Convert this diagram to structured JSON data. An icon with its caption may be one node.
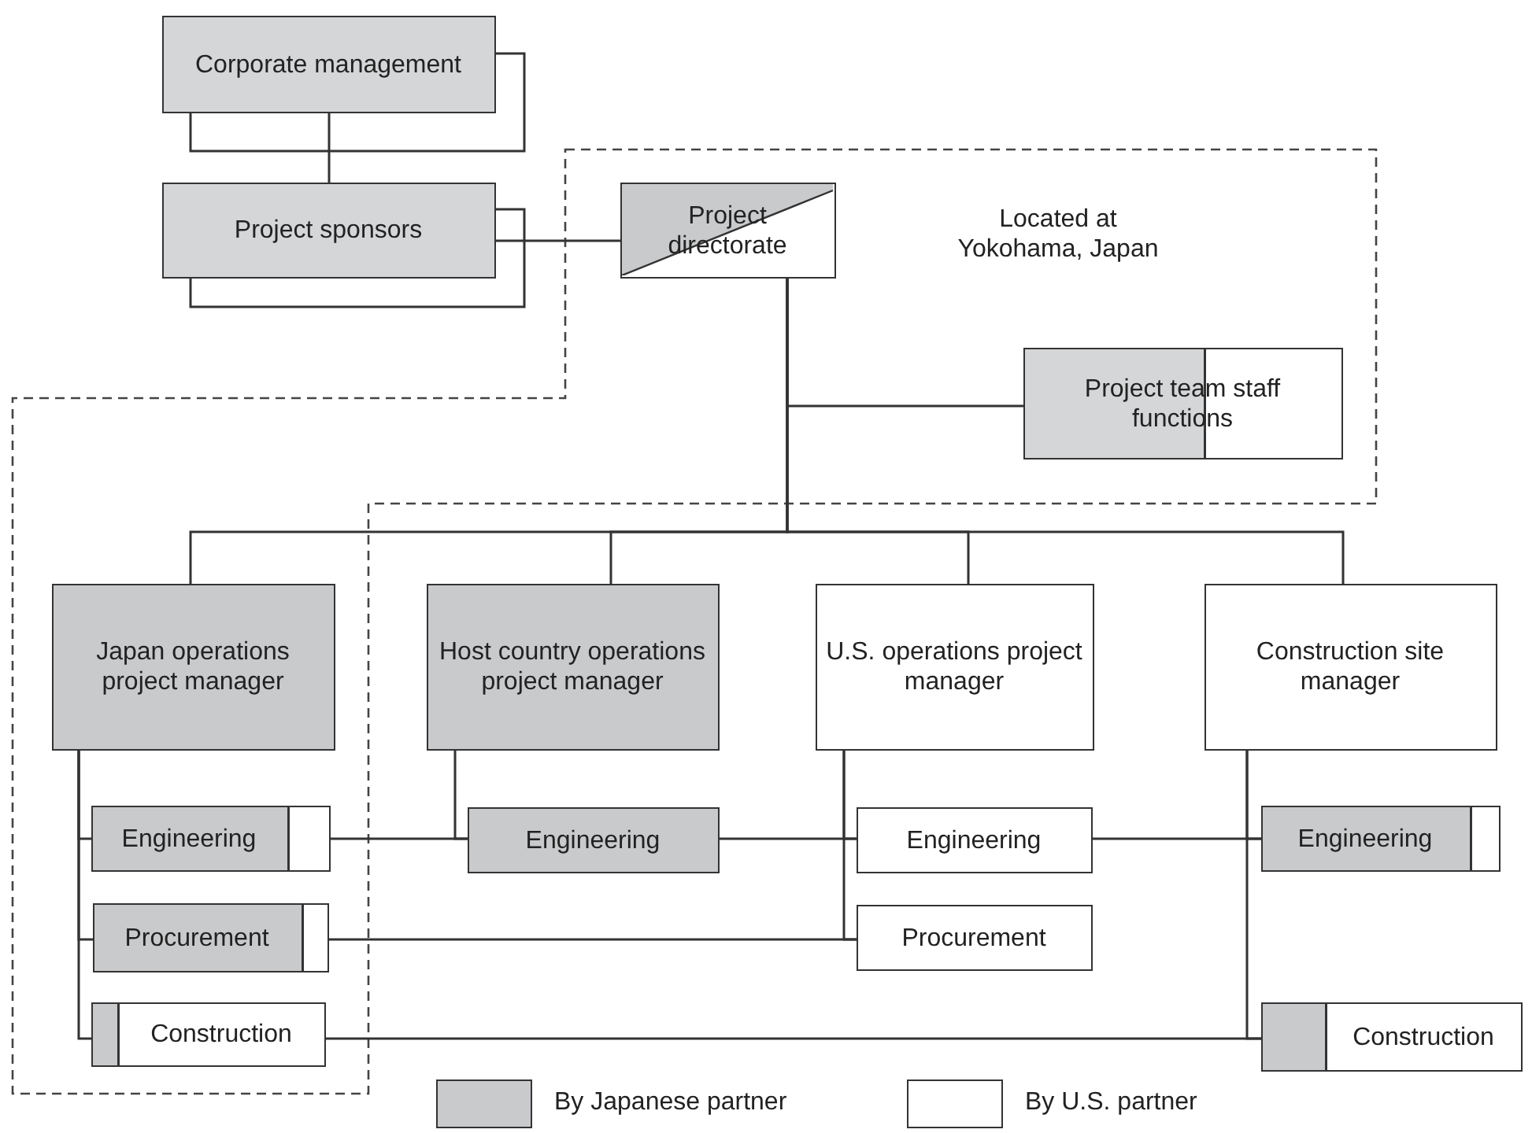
{
  "diagram": {
    "nodes": [
      {
        "text": [
          "Corporate management"
        ]
      },
      {
        "text": [
          "Project sponsors"
        ]
      },
      {
        "text": [
          "Project directorate"
        ]
      },
      {
        "text": [
          "Project team staff functions"
        ]
      },
      {
        "text": [
          "Japan operations project manager"
        ]
      },
      {
        "text": [
          "Host country operations project manager"
        ]
      },
      {
        "text": [
          "U.S. operations project manager"
        ]
      },
      {
        "text": [
          "Construction site manager"
        ]
      },
      {
        "text": [
          "Engineering"
        ]
      },
      {
        "text": [
          "Procurement"
        ]
      },
      {
        "text": [
          "Construction"
        ]
      },
      {
        "text": [
          "Engineering"
        ]
      },
      {
        "text": [
          "Engineering"
        ]
      },
      {
        "text": [
          "Procurement"
        ]
      },
      {
        "text": [
          "Engineering"
        ]
      },
      {
        "text": [
          "Construction"
        ]
      }
    ],
    "edges": [
      {
        "from": 0,
        "to": 1,
        "arrow": "none"
      },
      {
        "from": 1,
        "to": 2,
        "arrow": "none"
      },
      {
        "from": 2,
        "to": 3,
        "arrow": "none"
      },
      {
        "from": 2,
        "to": 4,
        "arrow": "none"
      },
      {
        "from": 2,
        "to": 5,
        "arrow": "none"
      },
      {
        "from": 2,
        "to": 6,
        "arrow": "none"
      },
      {
        "from": 2,
        "to": 7,
        "arrow": "none"
      },
      {
        "from": 4,
        "to": 8,
        "arrow": "none"
      },
      {
        "from": 4,
        "to": 9,
        "arrow": "none"
      },
      {
        "from": 4,
        "to": 10,
        "arrow": "none"
      },
      {
        "from": 5,
        "to": 11,
        "arrow": "none"
      },
      {
        "from": 6,
        "to": 12,
        "arrow": "none"
      },
      {
        "from": 6,
        "to": 13,
        "arrow": "none"
      },
      {
        "from": 7,
        "to": 14,
        "arrow": "none"
      },
      {
        "from": 7,
        "to": 15,
        "arrow": "none"
      },
      {
        "from": 8,
        "to": 11,
        "arrow": "none"
      },
      {
        "from": 11,
        "to": 12,
        "arrow": "none"
      },
      {
        "from": 12,
        "to": 14,
        "arrow": "none"
      },
      {
        "from": 9,
        "to": 13,
        "arrow": "none"
      },
      {
        "from": 10,
        "to": 15,
        "arrow": "none"
      }
    ],
    "labels": [
      "Located at Yokohama, Japan"
    ],
    "legend": [
      {
        "text": "By Japanese partner",
        "color": "#c9cacc"
      },
      {
        "text": "By U.S. partner",
        "color": "#ffffff"
      }
    ]
  }
}
